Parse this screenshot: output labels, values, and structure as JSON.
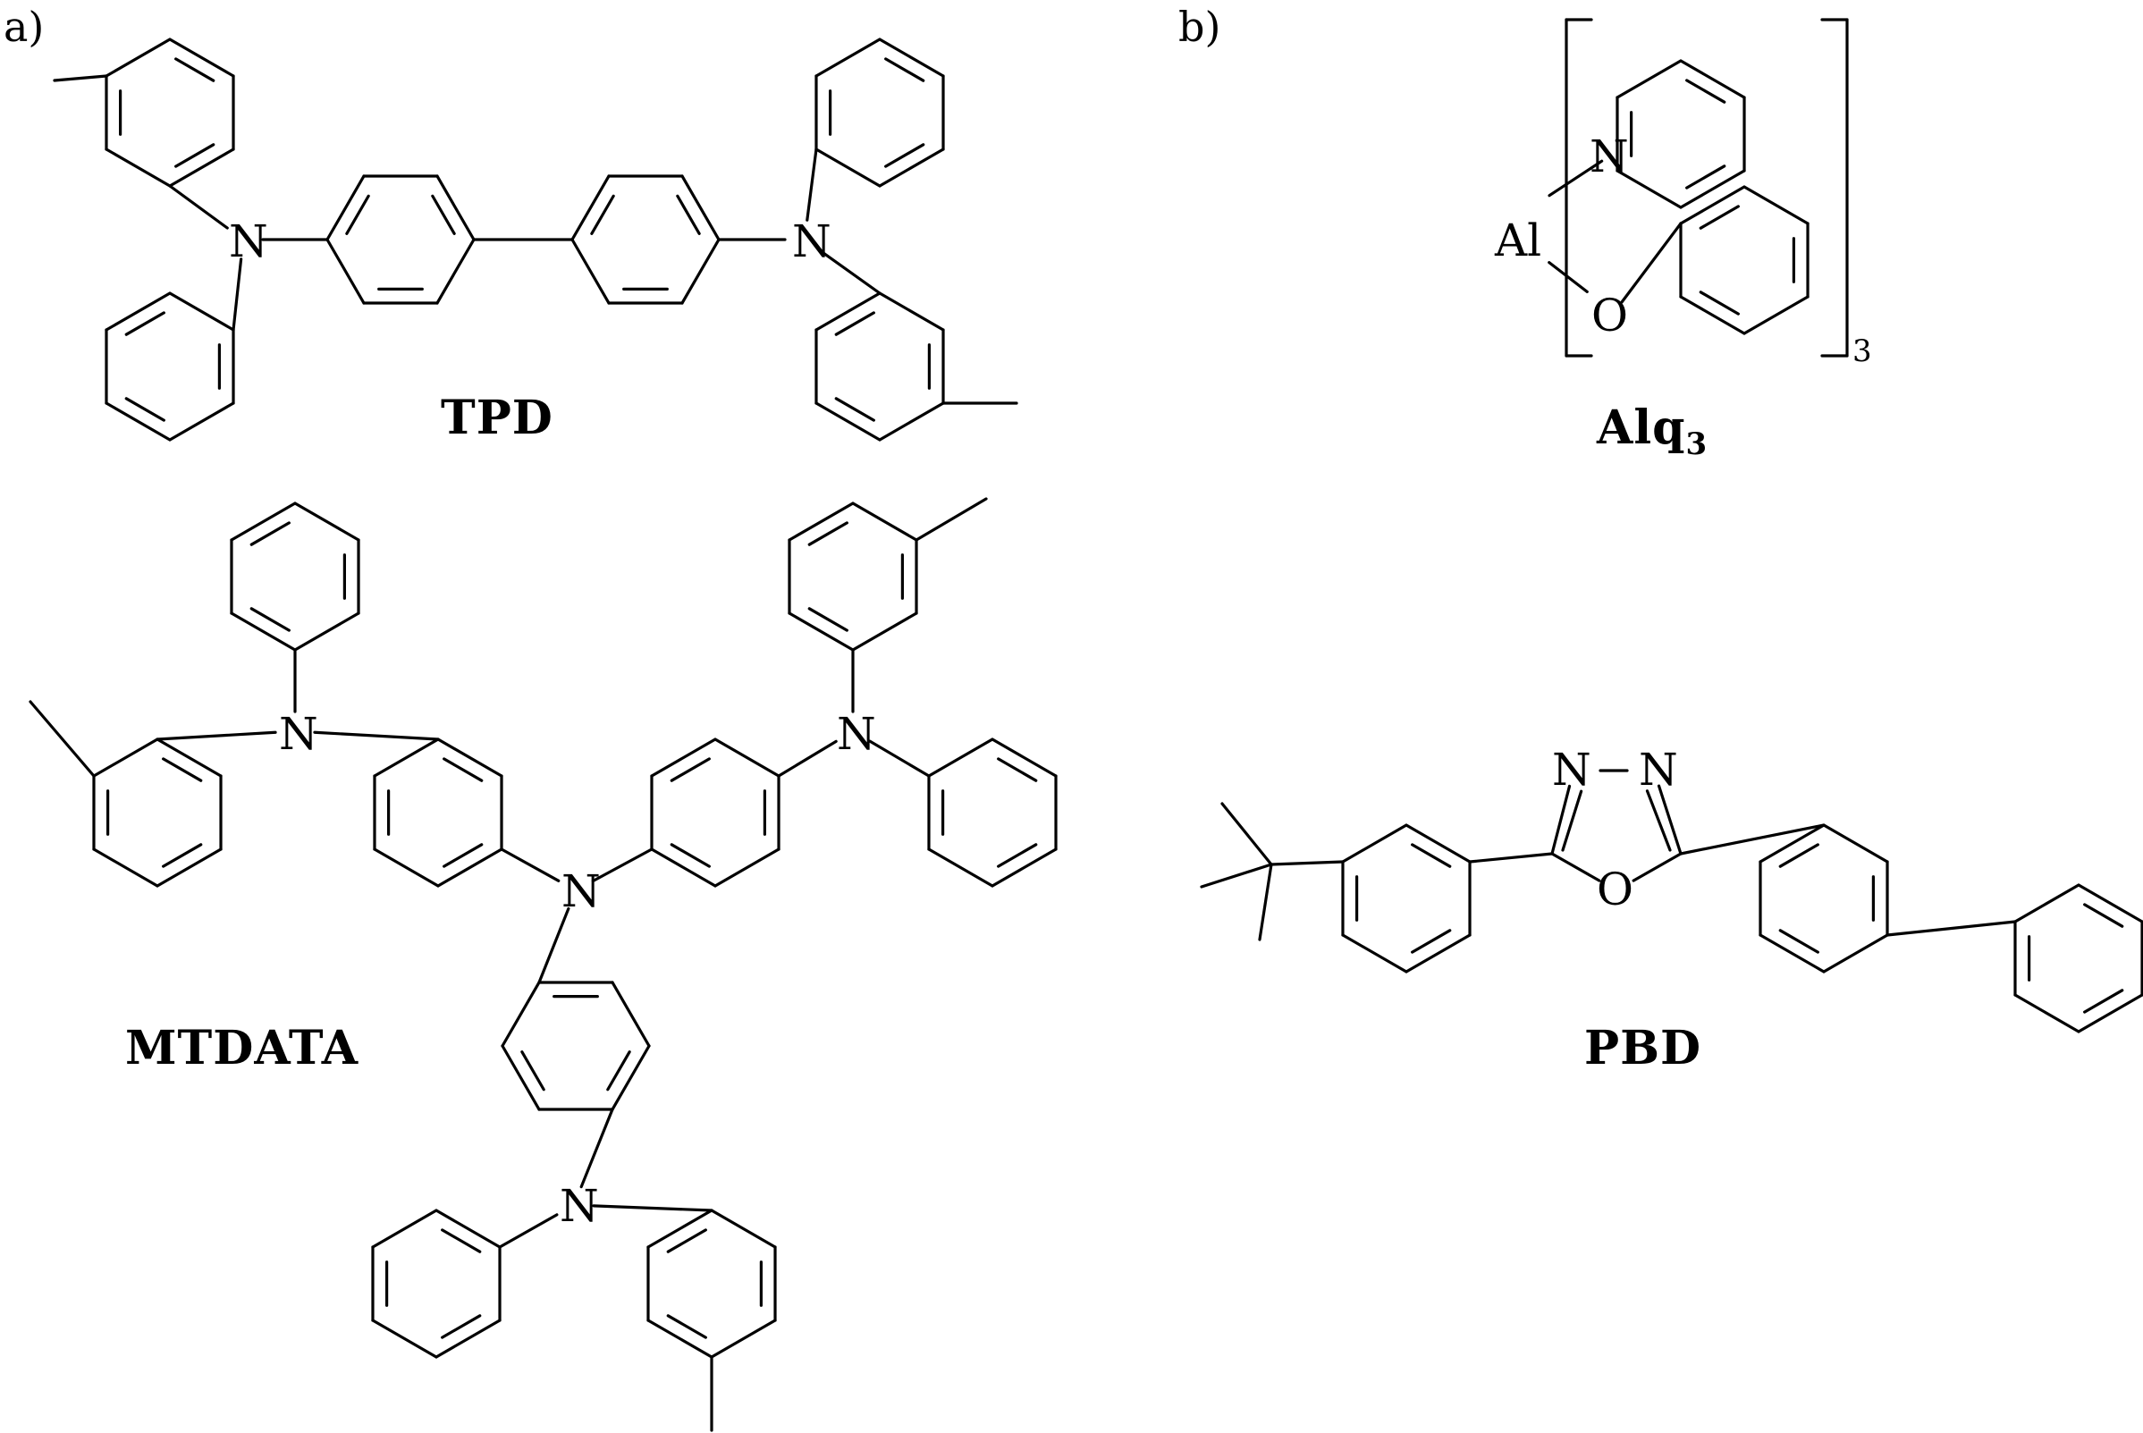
{
  "panels": {
    "a": "a)",
    "b": "b)"
  },
  "molecules": {
    "tpd": {
      "name": "TPD",
      "atom_n": "N"
    },
    "alq3": {
      "name_main": "Alq",
      "name_sub": "3",
      "atom_al": "Al",
      "atom_n": "N",
      "atom_o": "O",
      "bracket_sub": "3"
    },
    "mtdata": {
      "name": "MTDATA",
      "atom_n": "N"
    },
    "pbd": {
      "name": "PBD",
      "atom_n": "N",
      "atom_o": "O"
    }
  },
  "colors": {
    "ink": "#000000",
    "background": "#ffffff"
  }
}
